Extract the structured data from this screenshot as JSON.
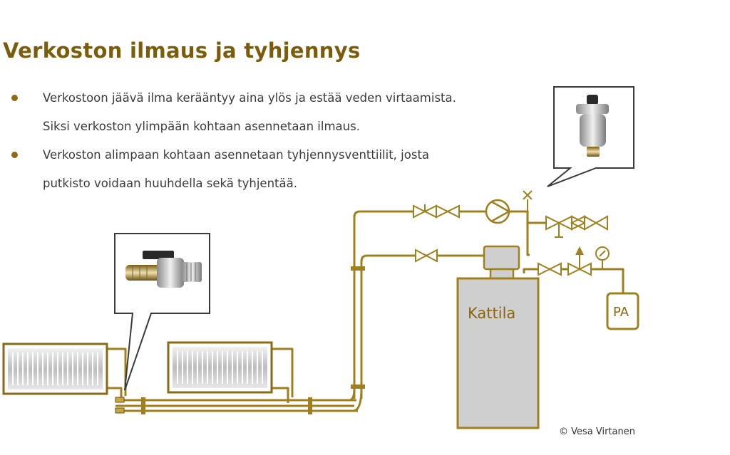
{
  "title": "Verkoston ilmaus ja tyhjennys",
  "bullets": [
    {
      "line1": "Verkostoon jäävä ilma kerääntyy aina ylös ja estää veden virtaamista.",
      "line2": "Siksi verkoston ylimpään kohtaan asennetaan ilmaus."
    },
    {
      "line1": "Verkoston alimpaan kohtaan asennetaan tyhjennysventtiilit, josta",
      "line2": "putkisto voidaan huuhdella sekä tyhjentää."
    }
  ],
  "boiler_label": "Kattila",
  "expansion_label": "PA",
  "credit": "© Vesa Virtanen",
  "colors": {
    "pipe": "#a0801e",
    "title": "#7a5c0a",
    "boiler": "#cfcfcf"
  }
}
